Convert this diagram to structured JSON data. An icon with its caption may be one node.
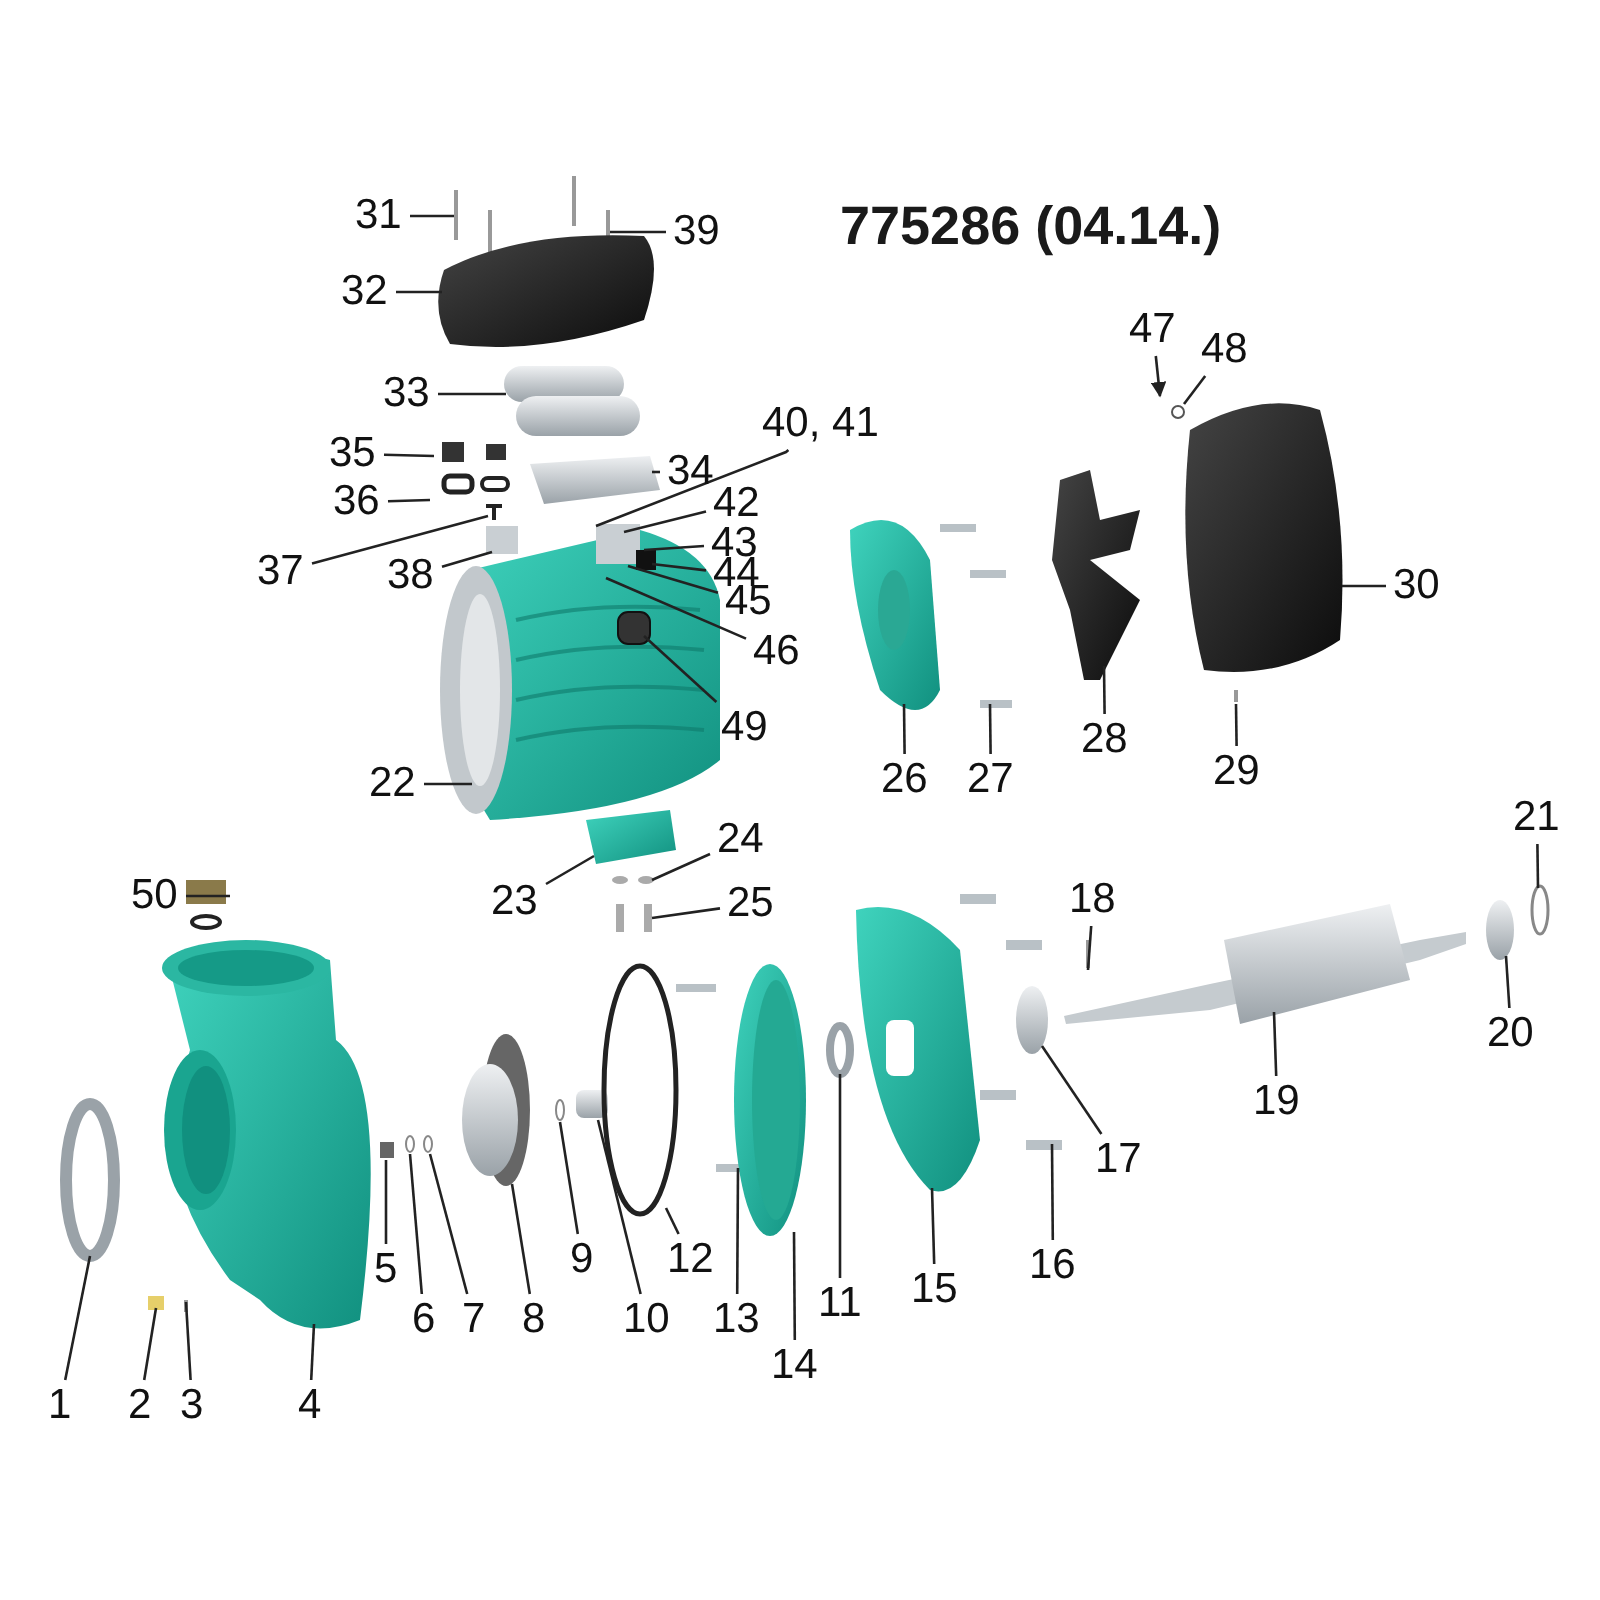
{
  "diagram": {
    "title": "775286 (04.14.)",
    "nodes": [
      {
        "text": [
          "1"
        ]
      },
      {
        "text": [
          "2"
        ]
      },
      {
        "text": [
          "3"
        ]
      },
      {
        "text": [
          "4"
        ]
      },
      {
        "text": [
          "5"
        ]
      },
      {
        "text": [
          "6"
        ]
      },
      {
        "text": [
          "7"
        ]
      },
      {
        "text": [
          "8"
        ]
      },
      {
        "text": [
          "9"
        ]
      },
      {
        "text": [
          "10"
        ]
      },
      {
        "text": [
          "11"
        ]
      },
      {
        "text": [
          "12"
        ]
      },
      {
        "text": [
          "13"
        ]
      },
      {
        "text": [
          "14"
        ]
      },
      {
        "text": [
          "15"
        ]
      },
      {
        "text": [
          "16"
        ]
      },
      {
        "text": [
          "17"
        ]
      },
      {
        "text": [
          "18"
        ]
      },
      {
        "text": [
          "19"
        ]
      },
      {
        "text": [
          "20"
        ]
      },
      {
        "text": [
          "21"
        ]
      },
      {
        "text": [
          "22"
        ]
      },
      {
        "text": [
          "23"
        ]
      },
      {
        "text": [
          "24"
        ]
      },
      {
        "text": [
          "25"
        ]
      },
      {
        "text": [
          "26"
        ]
      },
      {
        "text": [
          "27"
        ]
      },
      {
        "text": [
          "28"
        ]
      },
      {
        "text": [
          "29"
        ]
      },
      {
        "text": [
          "30"
        ]
      },
      {
        "text": [
          "31"
        ]
      },
      {
        "text": [
          "32"
        ]
      },
      {
        "text": [
          "33"
        ]
      },
      {
        "text": [
          "34"
        ]
      },
      {
        "text": [
          "35"
        ]
      },
      {
        "text": [
          "36"
        ]
      },
      {
        "text": [
          "37"
        ]
      },
      {
        "text": [
          "38"
        ]
      },
      {
        "text": [
          "39"
        ]
      },
      {
        "text": [
          "40, 41"
        ]
      },
      {
        "text": [
          "42"
        ]
      },
      {
        "text": [
          "43"
        ]
      },
      {
        "text": [
          "44"
        ]
      },
      {
        "text": [
          "45"
        ]
      },
      {
        "text": [
          "46"
        ]
      },
      {
        "text": [
          "47"
        ]
      },
      {
        "text": [
          "48"
        ]
      },
      {
        "text": [
          "49"
        ]
      },
      {
        "text": [
          "50"
        ]
      }
    ],
    "edges": [
      {
        "from": 0,
        "to": null,
        "arrow": "none"
      },
      {
        "from": 1,
        "to": null,
        "arrow": "none"
      },
      {
        "from": 2,
        "to": null,
        "arrow": "none"
      },
      {
        "from": 3,
        "to": null,
        "arrow": "none"
      },
      {
        "from": 4,
        "to": null,
        "arrow": "none"
      },
      {
        "from": 5,
        "to": null,
        "arrow": "none"
      },
      {
        "from": 6,
        "to": null,
        "arrow": "none"
      },
      {
        "from": 7,
        "to": null,
        "arrow": "none"
      },
      {
        "from": 8,
        "to": null,
        "arrow": "none"
      },
      {
        "from": 9,
        "to": null,
        "arrow": "none"
      },
      {
        "from": 10,
        "to": null,
        "arrow": "none"
      },
      {
        "from": 11,
        "to": null,
        "arrow": "none"
      },
      {
        "from": 12,
        "to": null,
        "arrow": "none"
      },
      {
        "from": 13,
        "to": null,
        "arrow": "none"
      },
      {
        "from": 14,
        "to": null,
        "arrow": "none"
      },
      {
        "from": 15,
        "to": null,
        "arrow": "none"
      },
      {
        "from": 16,
        "to": null,
        "arrow": "none"
      },
      {
        "from": 17,
        "to": null,
        "arrow": "none"
      },
      {
        "from": 18,
        "to": null,
        "arrow": "none"
      },
      {
        "from": 19,
        "to": null,
        "arrow": "none"
      },
      {
        "from": 20,
        "to": null,
        "arrow": "none"
      },
      {
        "from": 21,
        "to": null,
        "arrow": "none"
      },
      {
        "from": 22,
        "to": null,
        "arrow": "none"
      },
      {
        "from": 23,
        "to": null,
        "arrow": "none"
      },
      {
        "from": 24,
        "to": null,
        "arrow": "none"
      },
      {
        "from": 25,
        "to": null,
        "arrow": "none"
      },
      {
        "from": 26,
        "to": null,
        "arrow": "none"
      },
      {
        "from": 27,
        "to": null,
        "arrow": "none"
      },
      {
        "from": 28,
        "to": null,
        "arrow": "none"
      },
      {
        "from": 29,
        "to": null,
        "arrow": "none"
      },
      {
        "from": 30,
        "to": null,
        "arrow": "none"
      },
      {
        "from": 31,
        "to": null,
        "arrow": "none"
      },
      {
        "from": 32,
        "to": null,
        "arrow": "none"
      },
      {
        "from": 33,
        "to": null,
        "arrow": "none"
      },
      {
        "from": 34,
        "to": null,
        "arrow": "none"
      },
      {
        "from": 35,
        "to": null,
        "arrow": "none"
      },
      {
        "from": 36,
        "to": null,
        "arrow": "none"
      },
      {
        "from": 37,
        "to": null,
        "arrow": "none"
      },
      {
        "from": 38,
        "to": null,
        "arrow": "none"
      },
      {
        "from": 39,
        "to": null,
        "arrow": "none"
      },
      {
        "from": 40,
        "to": null,
        "arrow": "none"
      },
      {
        "from": 41,
        "to": null,
        "arrow": "none"
      },
      {
        "from": 42,
        "to": null,
        "arrow": "none"
      },
      {
        "from": 43,
        "to": null,
        "arrow": "none"
      },
      {
        "from": 44,
        "to": null,
        "arrow": "none"
      },
      {
        "from": 45,
        "to": null,
        "arrow": "to"
      },
      {
        "from": 46,
        "to": null,
        "arrow": "none"
      },
      {
        "from": 47,
        "to": null,
        "arrow": "none"
      },
      {
        "from": 48,
        "to": null,
        "arrow": "none"
      }
    ]
  }
}
